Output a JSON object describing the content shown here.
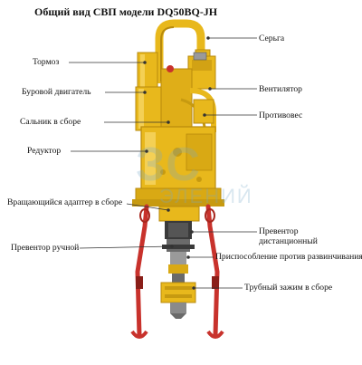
{
  "title": "Общий вид СВП модели DQ50BQ-JH",
  "labels_left": {
    "tormoz": "Тормоз",
    "drill_motor": "Буровой двигатель",
    "seal_assembly": "Сальник в сборе",
    "reducer": "Редуктор",
    "rotating_adapter": "Вращающийся адаптер в сборе",
    "manual_preventer": "Превентор ручной"
  },
  "labels_right": {
    "bail": "Серьга",
    "fan": "Вентилятор",
    "counterweight": "Противовес",
    "remote_preventer_l1": "Превентор",
    "remote_preventer_l2": "дистанционный",
    "anti_unscrew_device": "Приспособление против развинчивания",
    "pipe_clamp": "Трубный зажим в сборе"
  },
  "watermark": {
    "brand": "ЗС",
    "name": "ЭЛЕНИЙ"
  },
  "colors": {
    "machine_yellow": "#e8b81c",
    "machine_dark": "#b88a0c",
    "link_red": "#c8322c",
    "steel": "#6a6a6a",
    "dark_steel": "#3a3a3a"
  }
}
